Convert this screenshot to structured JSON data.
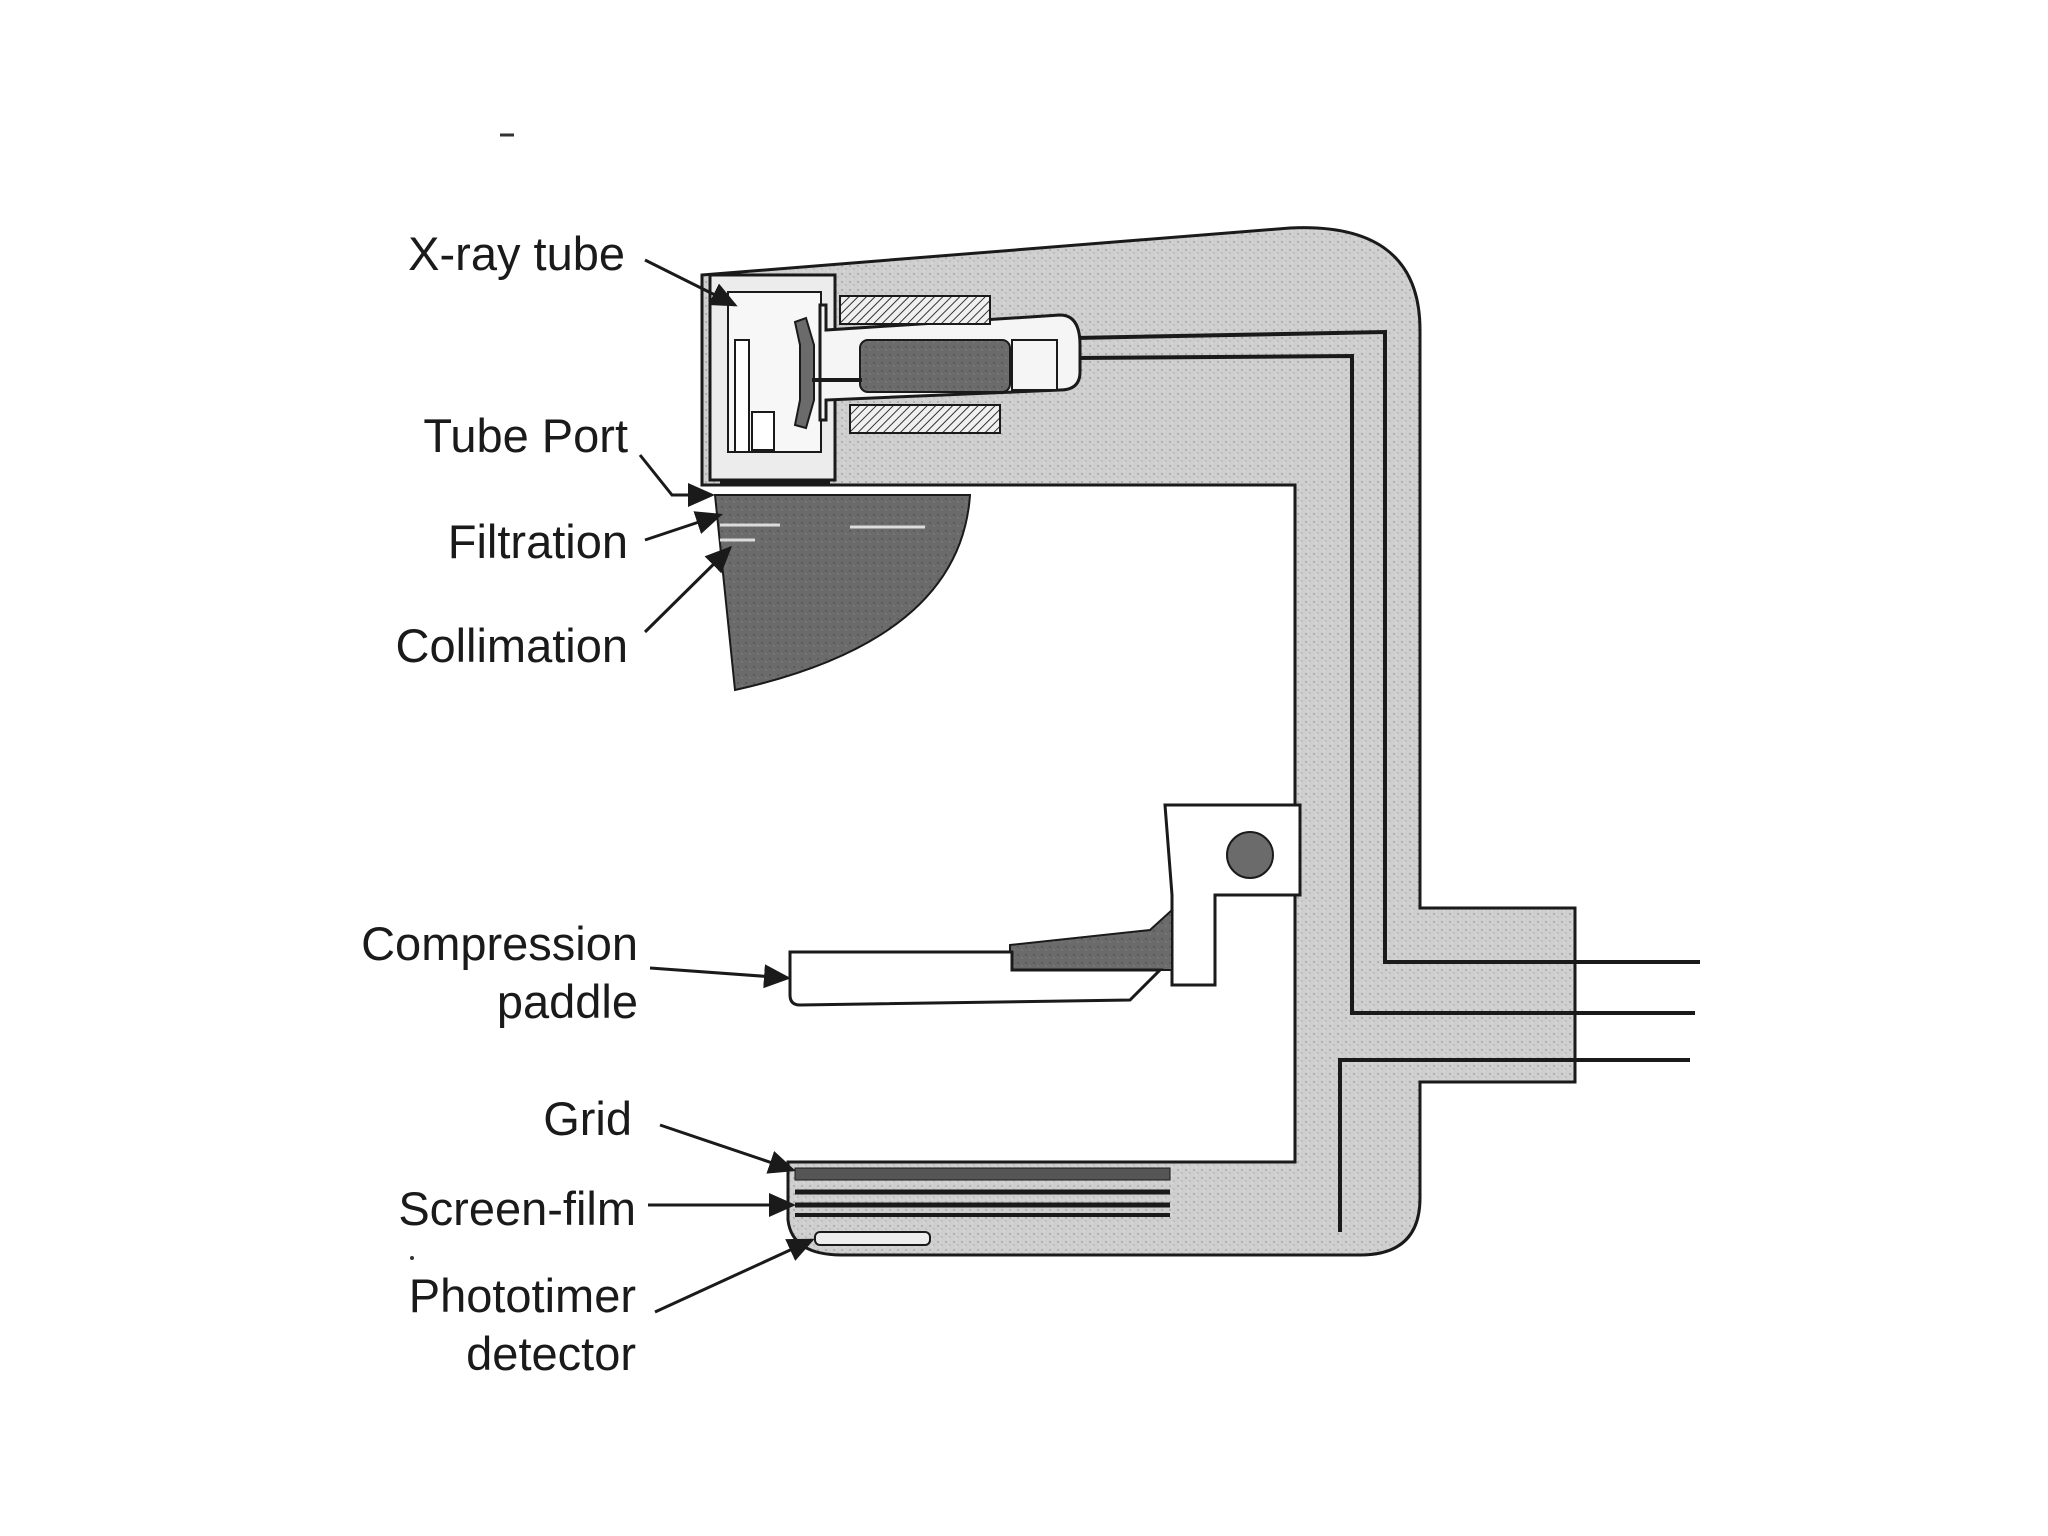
{
  "labels": {
    "xray_tube": "X-ray tube",
    "tube_port": "Tube Port",
    "filtration": "Filtration",
    "collimation": "Collimation",
    "compression_line1": "Compression",
    "compression_line2": "paddle",
    "grid": "Grid",
    "screen_film": "Screen-film",
    "phototimer_line1": "Phototimer",
    "phototimer_line2": "detector"
  },
  "colors": {
    "housing": "#cfcfcf",
    "dark_part": "#6b6b6b",
    "outline": "#1a1a1a",
    "background": "#ffffff"
  }
}
